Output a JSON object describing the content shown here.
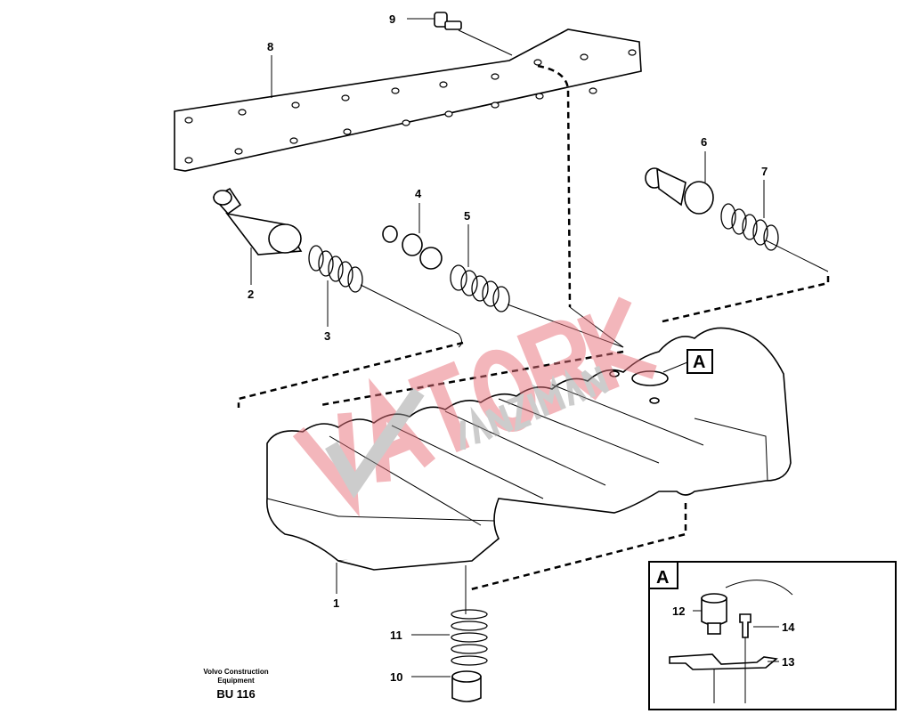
{
  "diagram": {
    "part_labels": [
      "1",
      "2",
      "3",
      "4",
      "5",
      "6",
      "7",
      "8",
      "9",
      "10",
      "11",
      "12",
      "13",
      "14"
    ],
    "detail_callout": "A",
    "inset": {
      "title": "A",
      "labels": [
        "12",
        "13",
        "14"
      ]
    }
  },
  "credit": {
    "company_line1": "Volvo Construction",
    "company_line2": "Equipment",
    "code": "BU 116"
  },
  "watermark": {
    "brand": "VATORK",
    "subtitle": "ŞANZIMAN",
    "colors": [
      "#e8707a",
      "#9a9a9a"
    ]
  }
}
